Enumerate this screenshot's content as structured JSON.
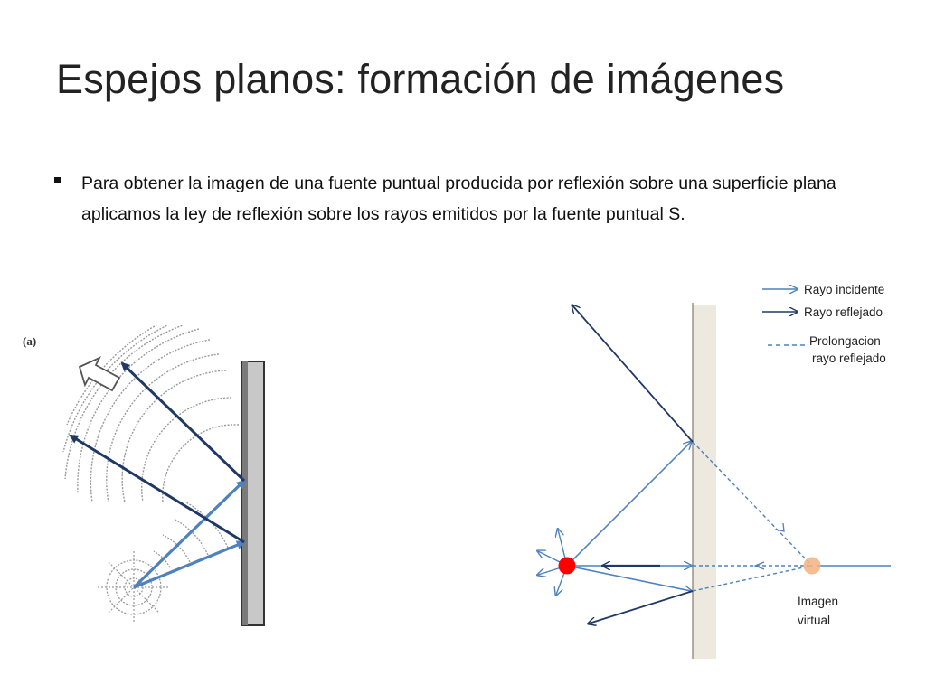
{
  "slide": {
    "title": "Espejos planos: formación de imágenes",
    "bullet": "Para obtener la imagen de una fuente puntual producida por reflexión sobre una superficie plana aplicamos la ley de reflexión sobre los rayos emitidos por la fuente puntual S."
  },
  "figure_a": {
    "label": "(a)"
  },
  "figure_b": {
    "legend": {
      "incident": "Rayo incidente",
      "reflected": "Rayo reflejado",
      "extension_line1": "Prolongacion",
      "extension_line2": "rayo reflejado"
    },
    "image_label_line1": "Imagen",
    "image_label_line2": "virtual"
  },
  "colors": {
    "incident_ray": "#4f81bd",
    "reflected_ray": "#1f3864",
    "mirror_face": "#ede9df",
    "source_point": "#ff0000",
    "virtual_image": "#f4b183"
  }
}
